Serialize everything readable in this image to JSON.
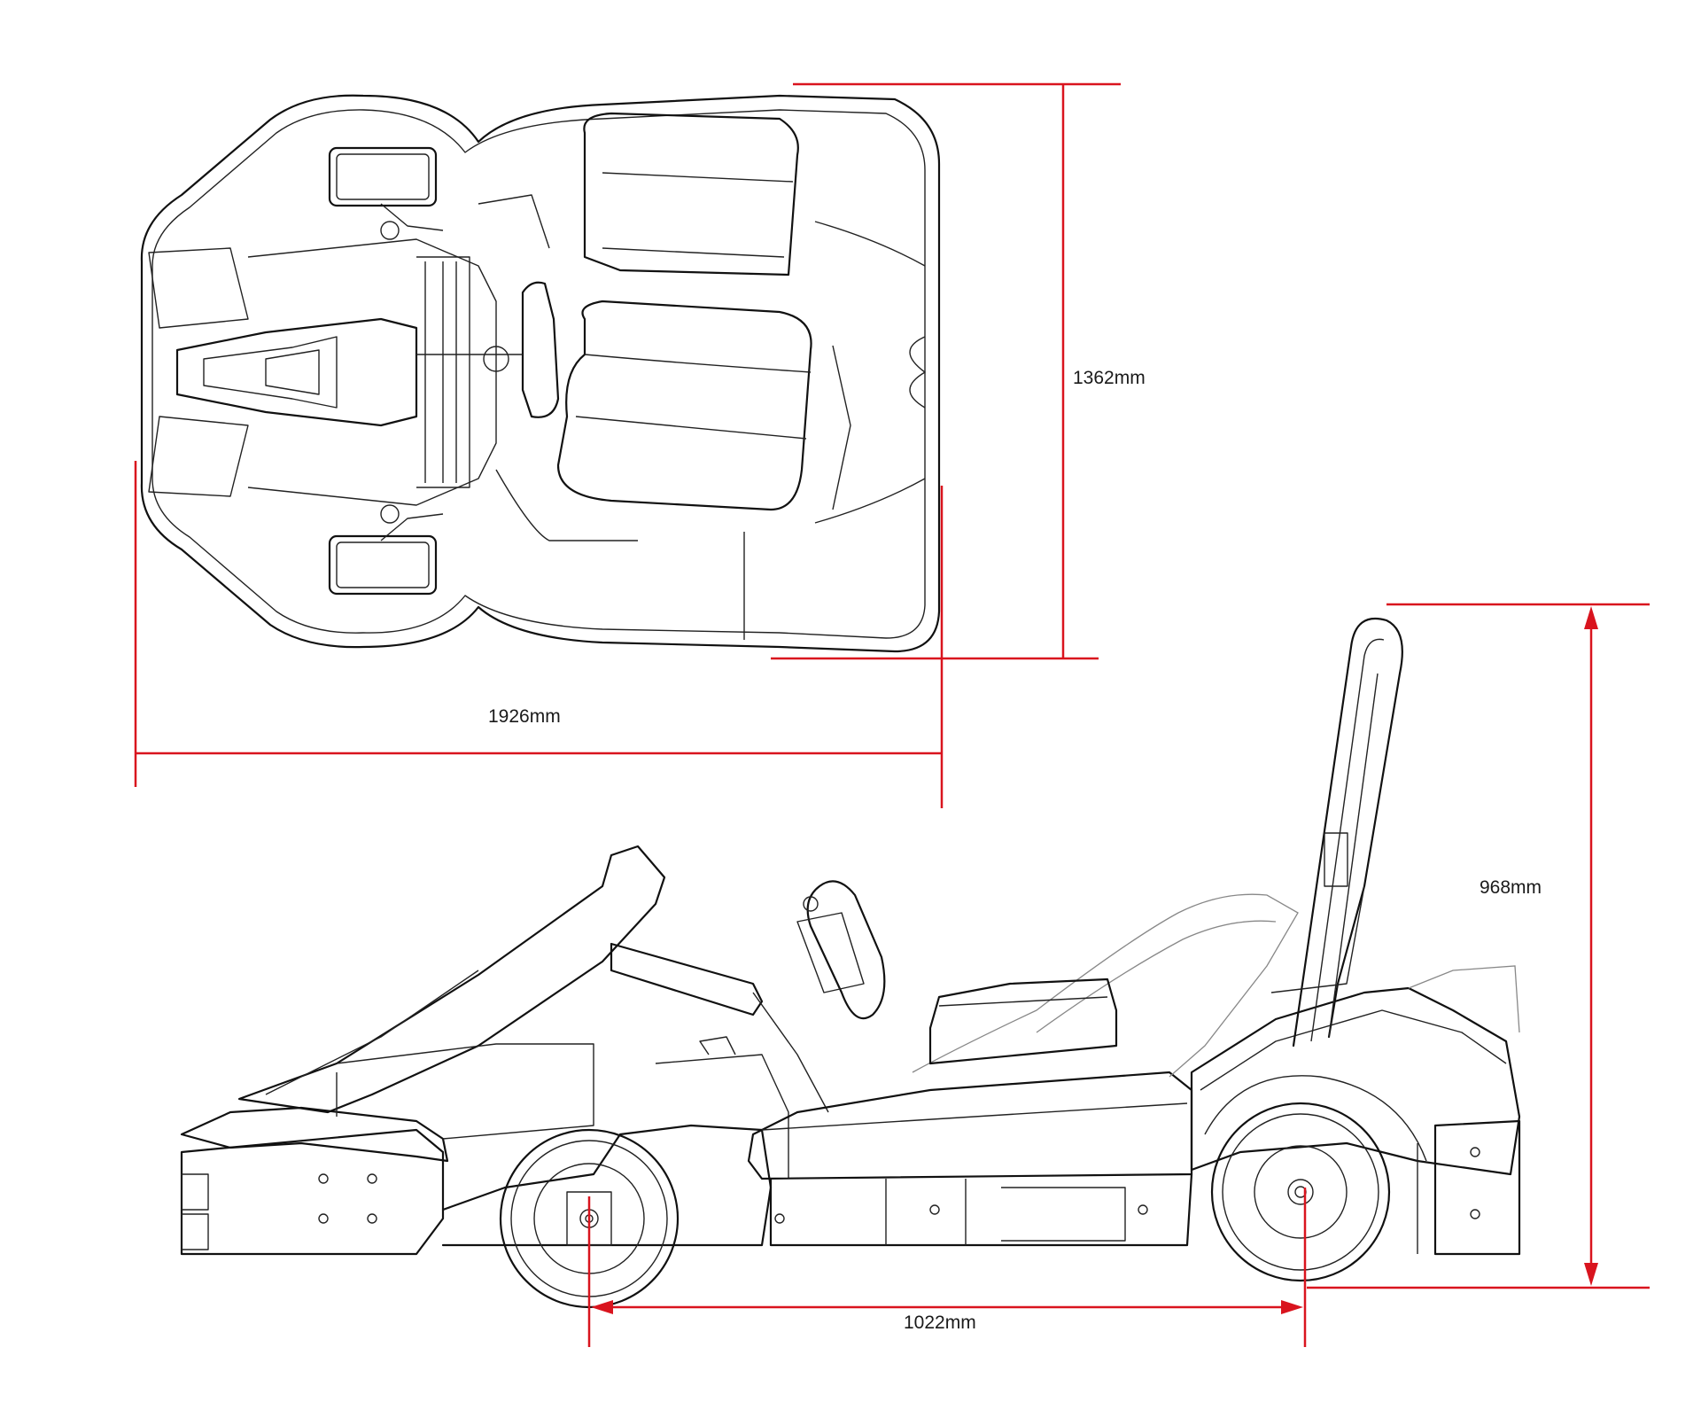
{
  "colors": {
    "dimension": "#d9141e",
    "ink": "#111111"
  },
  "dimensions": {
    "overall_length": "1926mm",
    "overall_width": "1362mm",
    "overall_height": "968mm",
    "wheelbase": "1022mm"
  }
}
